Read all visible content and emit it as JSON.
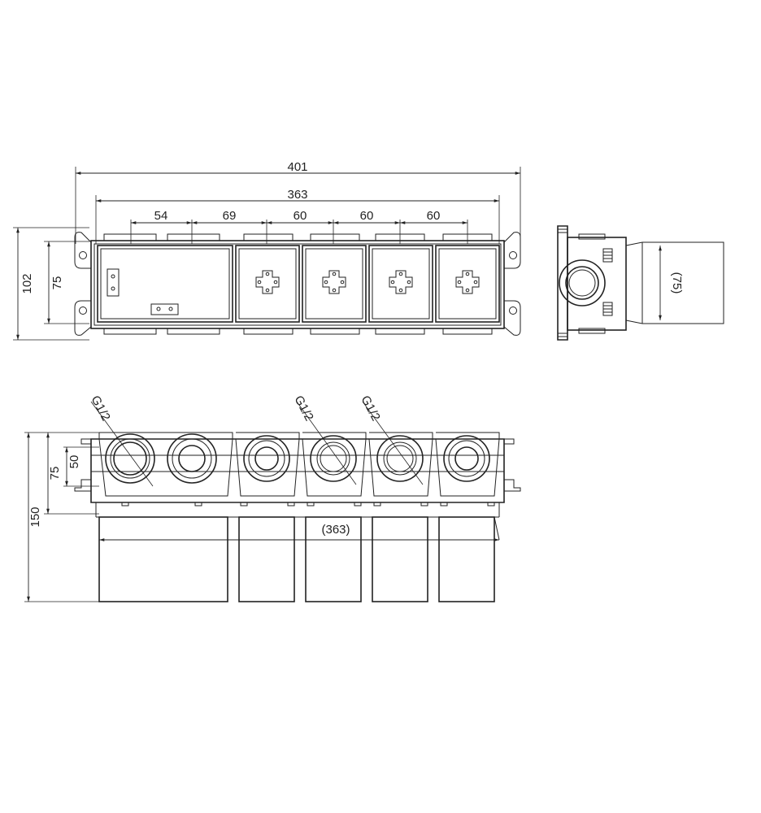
{
  "top_view": {
    "dim_overall": "401",
    "dim_inner": "363",
    "dim_segments": [
      "54",
      "69",
      "60",
      "60",
      "60"
    ],
    "dim_height": "102",
    "dim_height_inner": "75"
  },
  "side_view": {
    "dim_depth": "(75)"
  },
  "front_view": {
    "thread_labels": [
      "G1/2",
      "G1/2",
      "G1/2"
    ],
    "dim_50": "50",
    "dim_75": "75",
    "dim_150": "150",
    "dim_width": "(363)"
  }
}
